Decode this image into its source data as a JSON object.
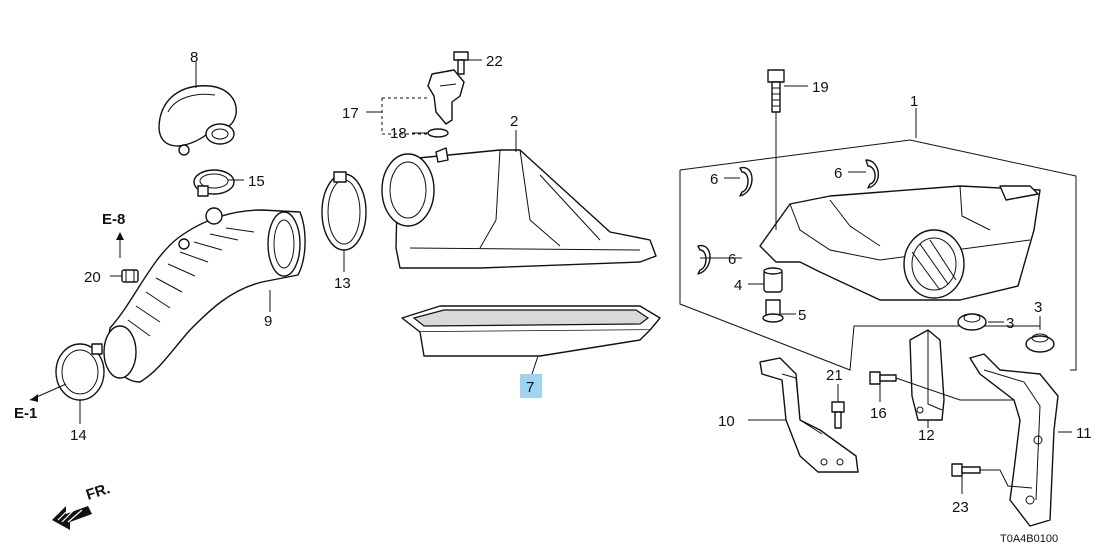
{
  "highlight_color": "#9fd3f2",
  "diagram_code": "T0A4B0100",
  "refs": {
    "e8": "E-8",
    "e1": "E-1",
    "fr": "FR."
  },
  "callouts": [
    "1",
    "2",
    "3",
    "3",
    "4",
    "5",
    "6",
    "6",
    "6",
    "7",
    "8",
    "9",
    "10",
    "11",
    "12",
    "13",
    "14",
    "15",
    "16",
    "17",
    "18",
    "19",
    "20",
    "21",
    "22",
    "23"
  ]
}
